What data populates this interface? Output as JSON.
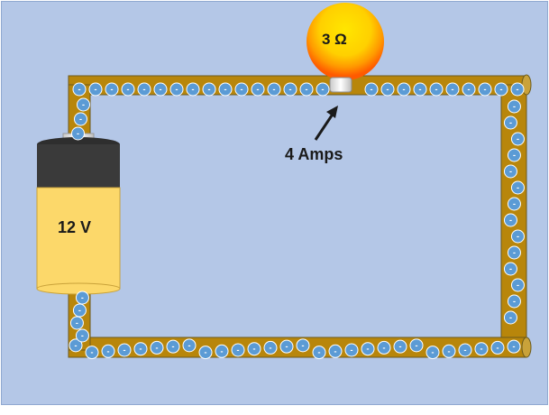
{
  "circuit": {
    "bulb": {
      "resistance_label": "3 Ω"
    },
    "battery": {
      "voltage_label": "12 V"
    },
    "current": {
      "label": "4 Amps"
    },
    "electron": {
      "symbol": "-"
    }
  },
  "colors": {
    "background": "#b4c7e7",
    "wire": "#b8860b",
    "wire_edge": "#6b5a1c",
    "electron": "#5b9bd5",
    "battery_body": "#fcd86a",
    "battery_cap": "#3a3a3a",
    "battery_terminal": "#d9d9d9",
    "bulb_glow": "#ffd400"
  }
}
